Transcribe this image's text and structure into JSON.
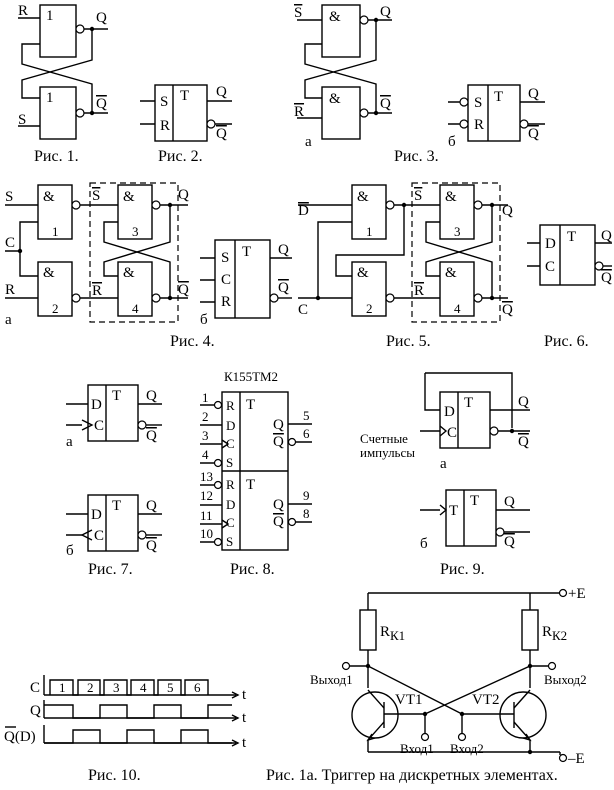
{
  "labels": {
    "one": "1",
    "and": "&",
    "T": "T",
    "Q": "Q",
    "S": "S",
    "R": "R",
    "C": "C",
    "D": "D",
    "a": "а",
    "b": "б",
    "n1": "1",
    "n2": "2",
    "n3": "3",
    "n4": "4",
    "n5": "5",
    "n6": "6",
    "n8": "8",
    "n9": "9",
    "n10": "10",
    "n11": "11",
    "n12": "12",
    "n13": "13",
    "t": "t",
    "QD": "Q(D)"
  },
  "chip": "К155ТМ2",
  "count_pulses_1": "Счетные",
  "count_pulses_2": "импульсы",
  "fig10_pulses": [
    "1",
    "2",
    "3",
    "4",
    "5",
    "6"
  ],
  "captions": {
    "fig1": "Рис. 1.",
    "fig2": "Рис. 2.",
    "fig3": "Рис. 3.",
    "fig4": "Рис. 4.",
    "fig5": "Рис. 5.",
    "fig6": "Рис. 6.",
    "fig7": "Рис. 7.",
    "fig8": "Рис. 8.",
    "fig9": "Рис. 9.",
    "fig10": "Рис. 10.",
    "fig1a": "Рис. 1а. Триггер на дискретных элементах."
  },
  "transistor": {
    "rk1": "R",
    "rk1_sub": "К1",
    "rk2": "R",
    "rk2_sub": "К2",
    "vt1": "VT1",
    "vt2": "VT2",
    "out1": "Выход1",
    "out2": "Выход2",
    "in1": "Вход1",
    "in2": "Вход2",
    "plus_e": "+E",
    "minus_e": "–E"
  }
}
